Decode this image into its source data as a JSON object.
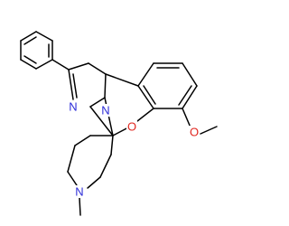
{
  "molecule": {
    "atoms": {
      "pyrazoline_n2": "N",
      "pyrazoline_n1": "N",
      "ring_oxygen": "O",
      "methoxy_oxygen": "O",
      "piperidine_n": "N"
    },
    "colors": {
      "bond": "#000000",
      "nitrogen": "#2b2bd8",
      "oxygen": "#e0261f"
    }
  }
}
